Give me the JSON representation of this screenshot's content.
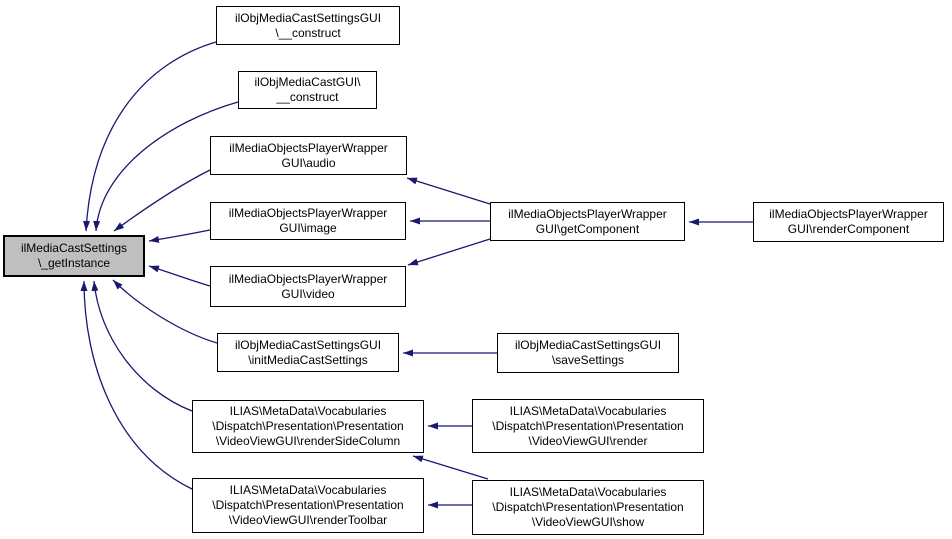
{
  "diagram": {
    "kind": "caller-graph",
    "focus_function": "ilMediaCastSettings\\_getInstance"
  },
  "colors": {
    "edge": "#191970",
    "node_border": "#000000",
    "node_fill": "#ffffff",
    "highlight_fill": "#bfbfbf",
    "text": "#000000",
    "background": "#ffffff"
  },
  "nodes": {
    "getinstance": {
      "highlighted": true,
      "lines": [
        "ilMediaCastSettings",
        "\\_getInstance"
      ]
    },
    "construct1": {
      "highlighted": false,
      "lines": [
        "ilObjMediaCastSettingsGUI",
        "\\__construct"
      ]
    },
    "construct2": {
      "highlighted": false,
      "lines": [
        "ilObjMediaCastGUI\\",
        "__construct"
      ]
    },
    "audio": {
      "highlighted": false,
      "lines": [
        "ilMediaObjectsPlayerWrapper",
        "GUI\\audio"
      ]
    },
    "image": {
      "highlighted": false,
      "lines": [
        "ilMediaObjectsPlayerWrapper",
        "GUI\\image"
      ]
    },
    "video": {
      "highlighted": false,
      "lines": [
        "ilMediaObjectsPlayerWrapper",
        "GUI\\video"
      ]
    },
    "getcomponent": {
      "highlighted": false,
      "lines": [
        "ilMediaObjectsPlayerWrapper",
        "GUI\\getComponent"
      ]
    },
    "rendercomponent": {
      "highlighted": false,
      "lines": [
        "ilMediaObjectsPlayerWrapper",
        "GUI\\renderComponent"
      ]
    },
    "init": {
      "highlighted": false,
      "lines": [
        "ilObjMediaCastSettingsGUI",
        "\\initMediaCastSettings"
      ]
    },
    "savesettings": {
      "highlighted": false,
      "lines": [
        "ilObjMediaCastSettingsGUI",
        "\\saveSettings"
      ]
    },
    "rendersidecolumn": {
      "highlighted": false,
      "lines": [
        "ILIAS\\MetaData\\Vocabularies",
        "\\Dispatch\\Presentation\\Presentation",
        "\\VideoViewGUI\\renderSideColumn"
      ]
    },
    "render": {
      "highlighted": false,
      "lines": [
        "ILIAS\\MetaData\\Vocabularies",
        "\\Dispatch\\Presentation\\Presentation",
        "\\VideoViewGUI\\render"
      ]
    },
    "rendertoolbar": {
      "highlighted": false,
      "lines": [
        "ILIAS\\MetaData\\Vocabularies",
        "\\Dispatch\\Presentation\\Presentation",
        "\\VideoViewGUI\\renderToolbar"
      ]
    },
    "show": {
      "highlighted": false,
      "lines": [
        "ILIAS\\MetaData\\Vocabularies",
        "\\Dispatch\\Presentation\\Presentation",
        "\\VideoViewGUI\\show"
      ]
    }
  },
  "edges": [
    {
      "from": "construct1",
      "to": "getinstance"
    },
    {
      "from": "construct2",
      "to": "getinstance"
    },
    {
      "from": "audio",
      "to": "getinstance"
    },
    {
      "from": "image",
      "to": "getinstance"
    },
    {
      "from": "video",
      "to": "getinstance"
    },
    {
      "from": "init",
      "to": "getinstance"
    },
    {
      "from": "rendersidecolumn",
      "to": "getinstance"
    },
    {
      "from": "rendertoolbar",
      "to": "getinstance"
    },
    {
      "from": "getcomponent",
      "to": "audio"
    },
    {
      "from": "getcomponent",
      "to": "image"
    },
    {
      "from": "getcomponent",
      "to": "video"
    },
    {
      "from": "rendercomponent",
      "to": "getcomponent"
    },
    {
      "from": "savesettings",
      "to": "init"
    },
    {
      "from": "render",
      "to": "rendersidecolumn"
    },
    {
      "from": "show",
      "to": "rendersidecolumn"
    },
    {
      "from": "show",
      "to": "rendertoolbar"
    }
  ]
}
